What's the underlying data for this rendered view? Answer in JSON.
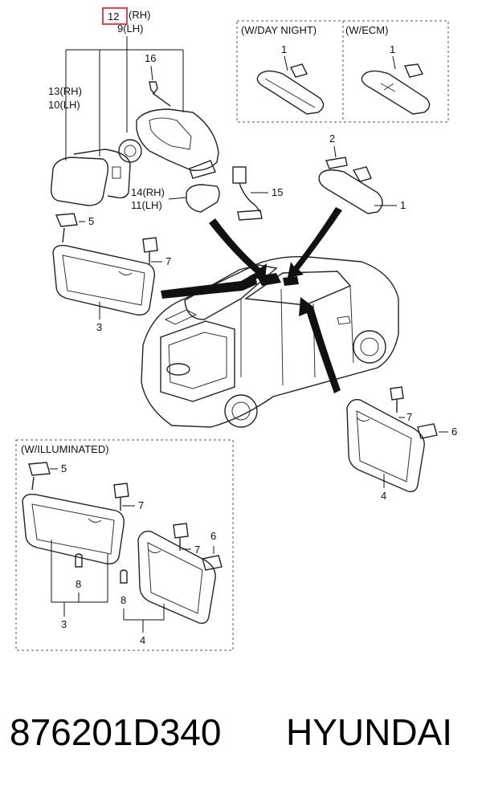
{
  "header": {
    "highlighted_ref": "12",
    "rh_suffix": "(RH)",
    "lh_ref": "9(LH)"
  },
  "callouts": {
    "c1_top": "1",
    "c1_ecm": "1",
    "c1_main": "1",
    "c2": "2",
    "c3_main": "3",
    "c3_illum": "3",
    "c4_main": "4",
    "c4_illum": "4",
    "c5_main": "5",
    "c5_illum": "5",
    "c6_main": "6",
    "c6_illum": "6",
    "c7_left": "7",
    "c7_right": "7",
    "c7_illum_left": "7",
    "c7_illum_right": "7",
    "c8_left": "8",
    "c8_right": "8",
    "c13": "13(RH)",
    "c10": "10(LH)",
    "c14": "14(RH)",
    "c11": "11(LH)",
    "c15": "15",
    "c16": "16"
  },
  "boxes": {
    "day_night": "(W/DAY  NIGHT)",
    "ecm": "(W/ECM)",
    "illuminated": "(W/ILLUMINATED)"
  },
  "footer": {
    "part_number": "876201D340",
    "brand": "HYUNDAI"
  },
  "colors": {
    "highlight": "#e0303a",
    "line": "#222222",
    "fill": "#000000"
  }
}
